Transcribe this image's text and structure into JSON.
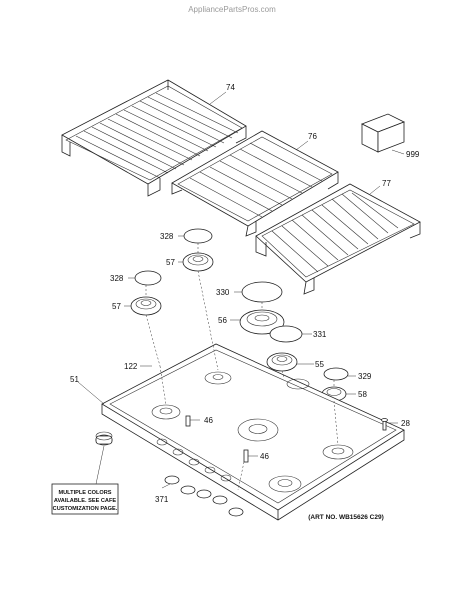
{
  "watermark": "AppliancePartsPros.com",
  "art_number": "(ART NO. WB15626 C29)",
  "note_lines": [
    "MULTIPLE COLORS",
    "AVAILABLE. SEE CAFE",
    "CUSTOMIZATION PAGE."
  ],
  "callouts": {
    "grate_left": "74",
    "grate_center": "76",
    "grate_right": "77",
    "box_part": "999",
    "cap_328_top": "328",
    "head_57_top": "57",
    "cap_328_left": "328",
    "head_57_left": "57",
    "cap_330": "330",
    "head_56": "56",
    "cap_331": "331",
    "part_122": "122",
    "part_51": "51",
    "part_46_upper": "46",
    "part_46_lower": "46",
    "head_55": "55",
    "cap_329": "329",
    "head_58": "58",
    "part_28": "28",
    "part_371": "371"
  }
}
